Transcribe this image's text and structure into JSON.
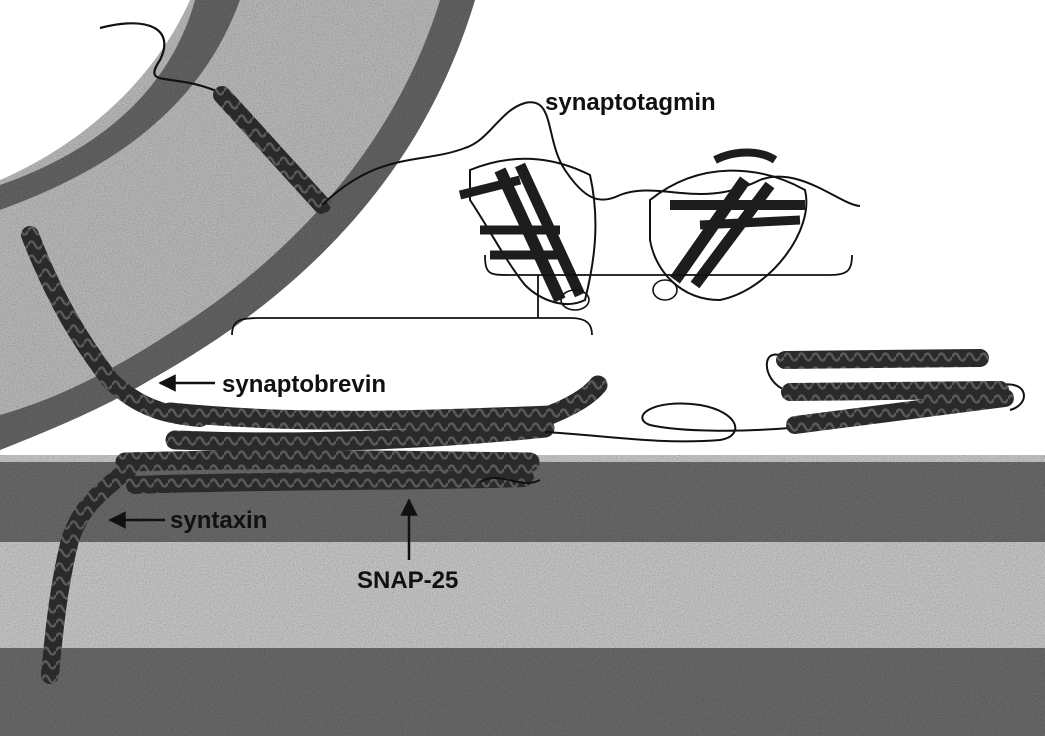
{
  "labels": {
    "synaptotagmin": "synaptotagmin",
    "synaptobrevin": "synaptobrevin",
    "syntaxin": "syntaxin",
    "snap25": "SNAP-25"
  },
  "colors": {
    "ink": "#111111",
    "membrane_dark": "#5f5f5f",
    "membrane_light": "#b8b8b8",
    "background": "#ffffff"
  }
}
